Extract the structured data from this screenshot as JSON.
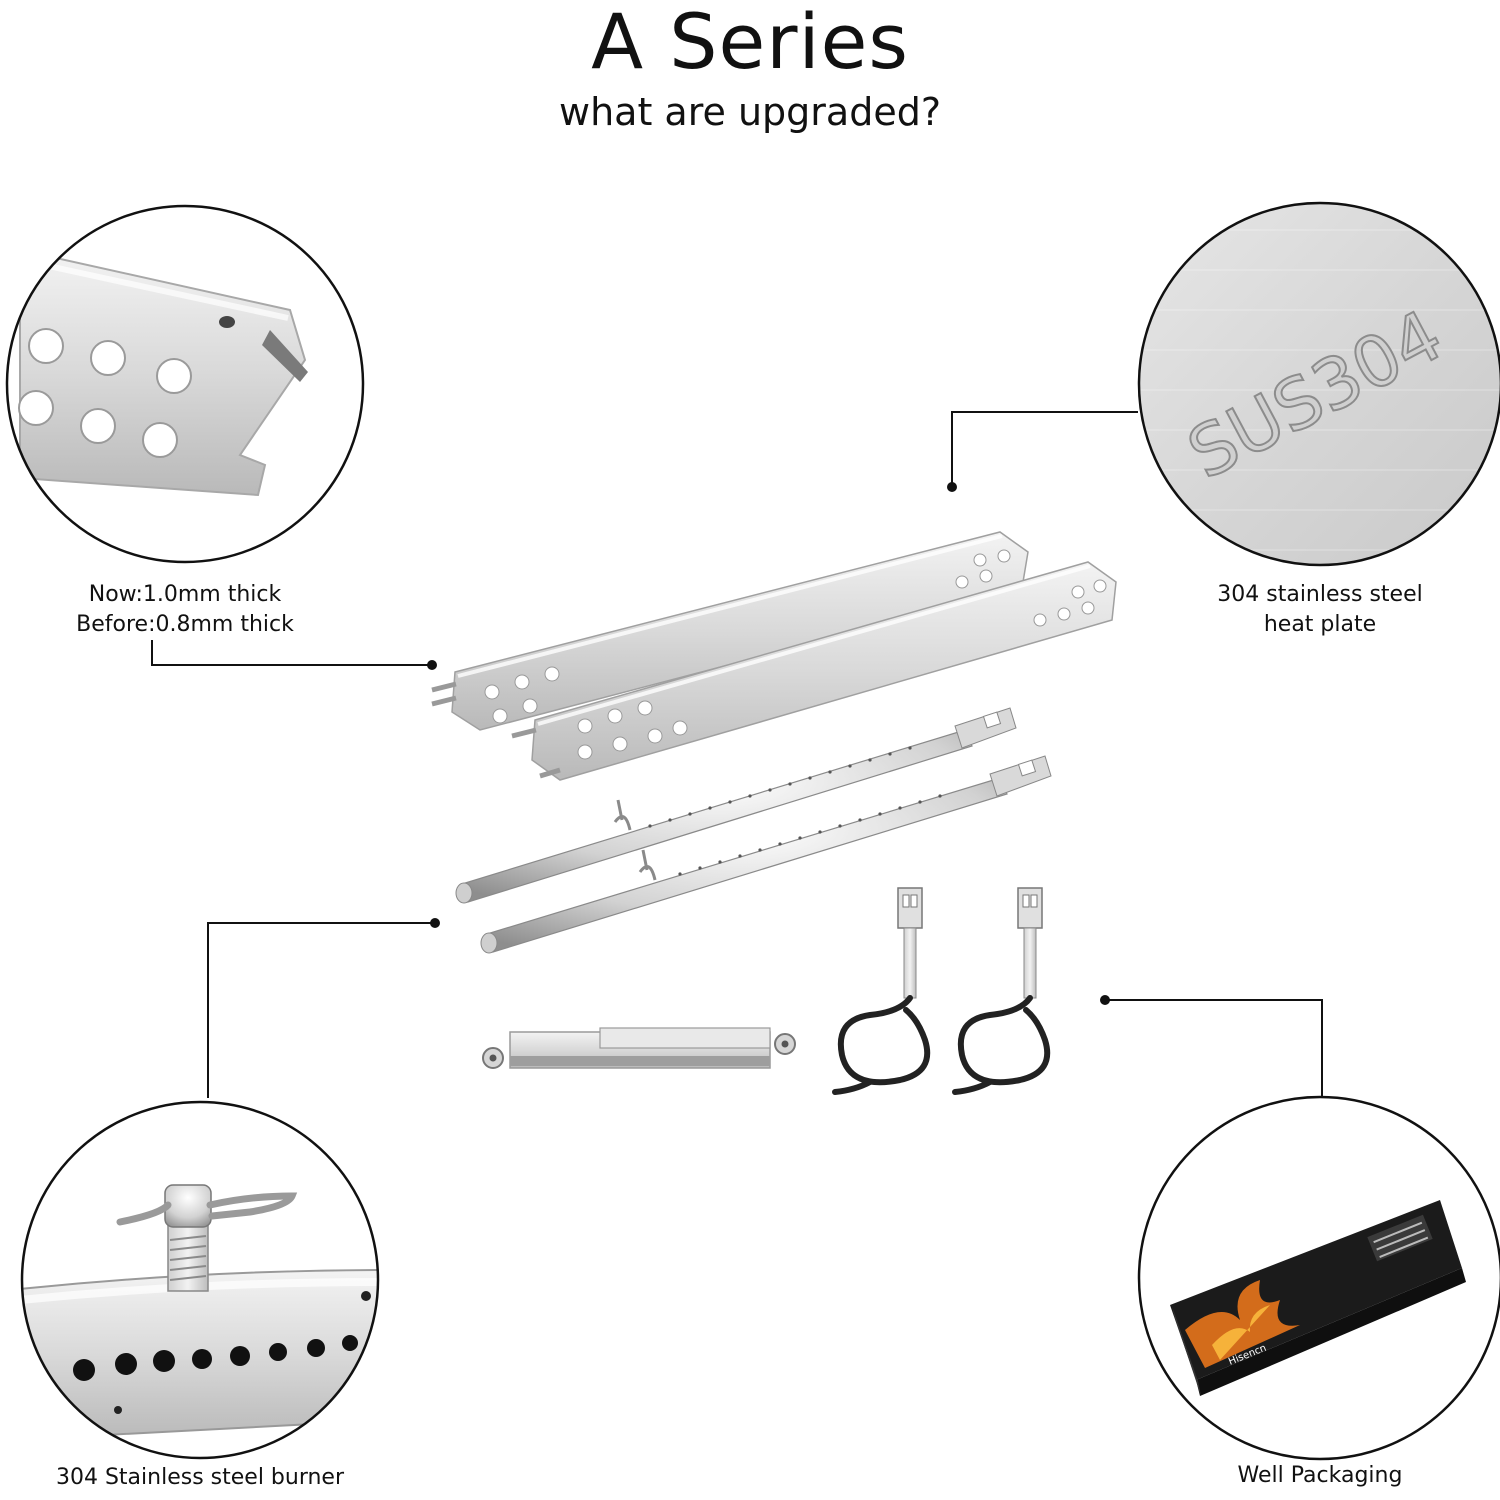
{
  "header": {
    "title": "A Series",
    "subtitle": "what are upgraded?"
  },
  "callouts": {
    "heat_plate_thickness": {
      "line1": "Now:1.0mm thick",
      "line2": "Before:0.8mm thick"
    },
    "heat_plate_material": {
      "line1": "304 stainless steel",
      "line2": "heat plate",
      "stamp_text": "SUS304"
    },
    "burner": {
      "label": "304 Stainless steel burner"
    },
    "packaging": {
      "label": "Well Packaging",
      "brand_text": "Hisencn"
    }
  },
  "colors": {
    "steel_light": "#e6e6e6",
    "steel_mid": "#c9c9c9",
    "steel_dark": "#8f8f8f",
    "box_black": "#1b1b1b",
    "flame_orange": "#e8761c",
    "wire_black": "#222222"
  }
}
